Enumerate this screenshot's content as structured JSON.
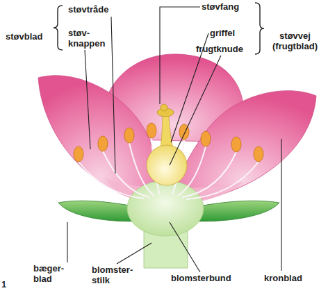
{
  "diagram": {
    "labels": [
      "støvblad",
      "støvtråde",
      "støv- knappen",
      "støvfang",
      "griffel",
      "frugtknude",
      "støvvej (frugtblad)",
      "1",
      "bæger- blad",
      "blomster- stilk",
      "blomsterbund",
      "kronblad"
    ]
  }
}
